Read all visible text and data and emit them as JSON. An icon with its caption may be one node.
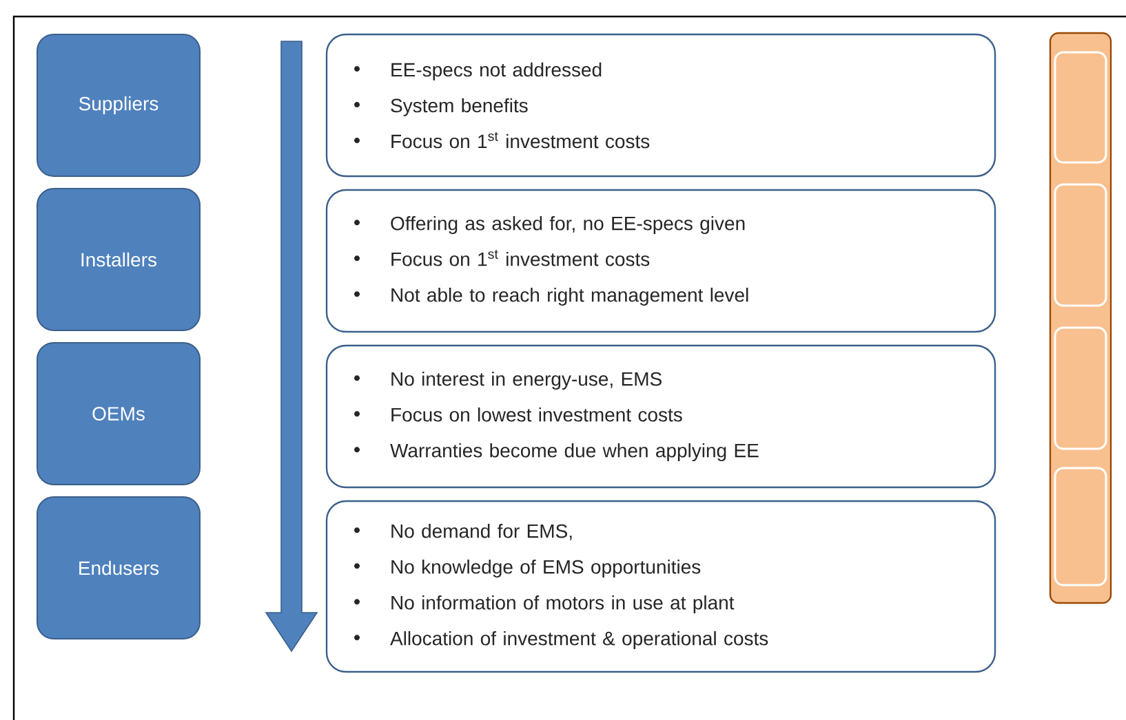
{
  "diagram": {
    "nodes": [
      {
        "text": [
          "Suppliers"
        ]
      },
      {
        "text": [
          "Installers"
        ]
      },
      {
        "text": [
          "OEMs"
        ]
      },
      {
        "text": [
          "Endusers"
        ]
      },
      {
        "text": [
          "EE-specs not addressed",
          "System benefits",
          "Focus on 1$^{st}$ investment costs"
        ]
      },
      {
        "text": [
          "Offering as asked for, no EE-specs given",
          "Focus on 1$^{st}$ investment costs",
          "Not able to reach right management level"
        ]
      },
      {
        "text": [
          "No interest in energy-use, EMS",
          "Focus on lowest investment costs",
          "Warranties become due when applying EE"
        ]
      },
      {
        "text": [
          "No demand for EMS,",
          "No knowledge of EMS opportunities",
          "No information of motors in use at plant",
          "Allocation of investment & operational costs"
        ]
      },
      {
        "text": [],
        "shape": "bar"
      },
      {
        "text": [],
        "shape": "box",
        "in": 8
      },
      {
        "text": [],
        "shape": "box",
        "in": 8
      },
      {
        "text": [],
        "shape": "box",
        "in": 8
      },
      {
        "text": [],
        "shape": "box",
        "in": 8
      }
    ],
    "edges": []
  }
}
